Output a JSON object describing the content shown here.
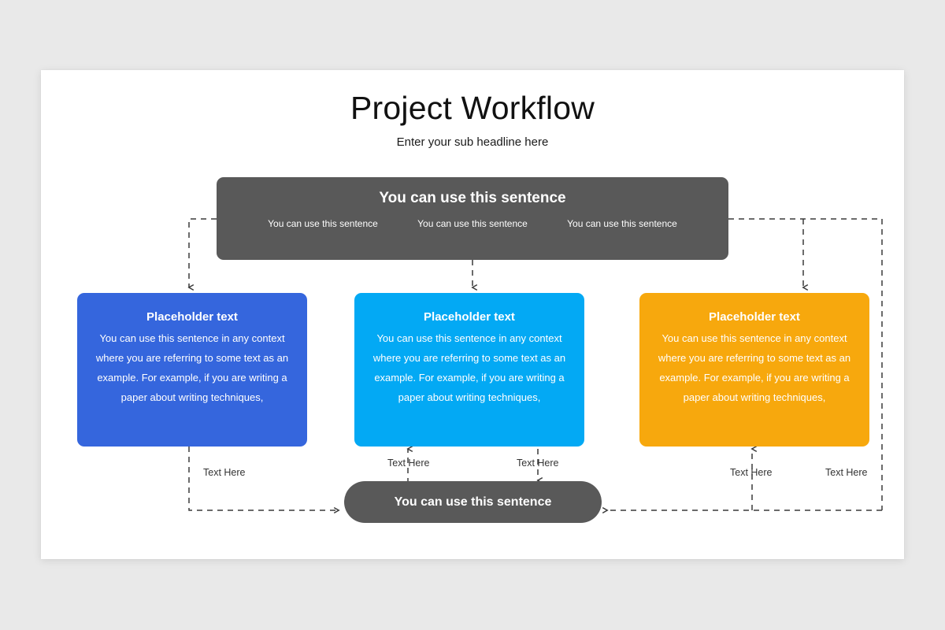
{
  "slide": {
    "title": "Project Workflow",
    "subtitle": "Enter your sub headline here",
    "background_color": "#e9e9e9",
    "canvas_color": "#ffffff"
  },
  "top_box": {
    "title": "You can use this sentence",
    "background_color": "#595959",
    "columns": [
      {
        "text": "You can use this sentence"
      },
      {
        "text": "You can use this sentence"
      },
      {
        "text": "You can use this sentence"
      }
    ]
  },
  "cards": [
    {
      "title": "Placeholder text",
      "body": "You can use this sentence  in any context where you are referring to some text as an example. For example, if you are writing a paper about writing techniques,",
      "color": "#3566dd"
    },
    {
      "title": "Placeholder text",
      "body": "You can use this sentence  in any context where you are referring to some text as an example. For example, if you are writing a paper about writing techniques,",
      "color": "#03a9f4"
    },
    {
      "title": "Placeholder text",
      "body": "You can use this sentence  in any context where you are referring to some text as an example. For example, if you are writing a paper about writing techniques,",
      "color": "#f7a80d"
    }
  ],
  "bottom_pill": {
    "label": "You can use this sentence",
    "background_color": "#595959"
  },
  "edge_labels": [
    {
      "text": "Text Here"
    },
    {
      "text": "Text Here"
    },
    {
      "text": "Text Here"
    },
    {
      "text": "Text Here"
    },
    {
      "text": "Text Here"
    }
  ],
  "connectors": {
    "line_color": "#3a3a3a",
    "style": "dashed",
    "dash_pattern": "7,6"
  }
}
